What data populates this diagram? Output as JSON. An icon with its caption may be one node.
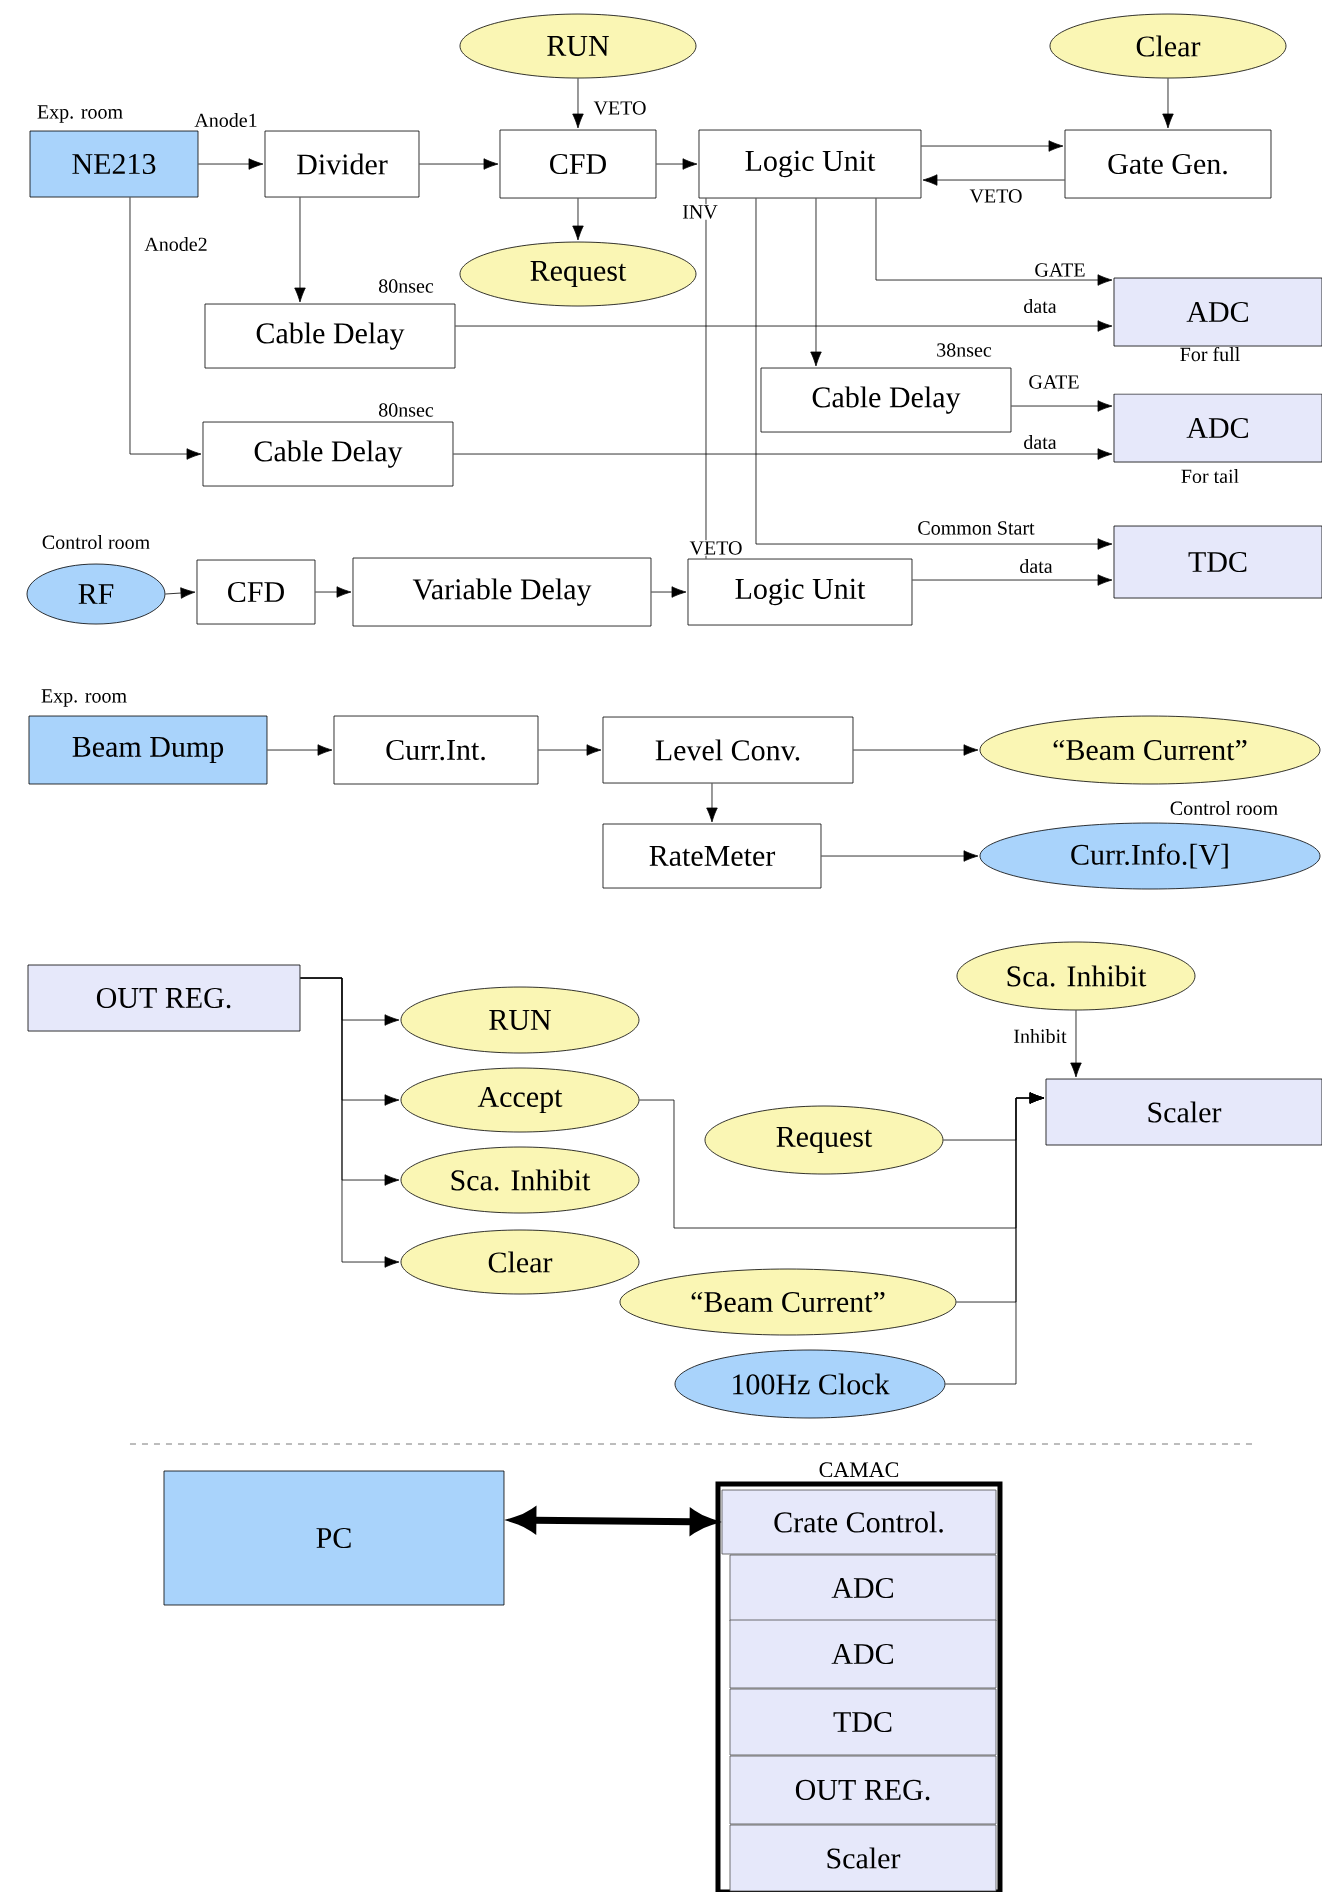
{
  "diagram": {
    "nodes": [
      {
        "text": [
          "NE213"
        ],
        "beside": [
          "Exp. room"
        ]
      },
      {
        "text": [
          "Divider"
        ]
      },
      {
        "text": [
          "RUN"
        ]
      },
      {
        "text": [
          "CFD"
        ]
      },
      {
        "text": [
          "Request"
        ]
      },
      {
        "text": [
          "Logic Unit"
        ]
      },
      {
        "text": [
          "Clear"
        ]
      },
      {
        "text": [
          "Gate Gen."
        ]
      },
      {
        "text": [
          "Cable Delay"
        ],
        "beside": [
          "80nsec"
        ]
      },
      {
        "text": [
          "ADC"
        ],
        "beside": [
          "For full"
        ]
      },
      {
        "text": [
          "Cable Delay"
        ],
        "beside": [
          "38nsec"
        ]
      },
      {
        "text": [
          "Cable Delay"
        ],
        "beside": [
          "80nsec"
        ]
      },
      {
        "text": [
          "ADC"
        ],
        "beside": [
          "For tail"
        ]
      },
      {
        "text": [
          "RF"
        ],
        "beside": [
          "Control room"
        ]
      },
      {
        "text": [
          "CFD"
        ]
      },
      {
        "text": [
          "Variable Delay"
        ]
      },
      {
        "text": [
          "Logic Unit"
        ]
      },
      {
        "text": [
          "TDC"
        ]
      },
      {
        "text": [
          "Beam Dump"
        ],
        "beside": [
          "Exp. room"
        ]
      },
      {
        "text": [
          "Curr.Int."
        ]
      },
      {
        "text": [
          "Level Conv."
        ]
      },
      {
        "text": [
          "“Beam Current”"
        ]
      },
      {
        "text": [
          "RateMeter"
        ]
      },
      {
        "text": [
          "Curr.Info.[V]"
        ],
        "beside": [
          "Control room"
        ]
      },
      {
        "text": [
          "OUT REG."
        ]
      },
      {
        "text": [
          "RUN"
        ]
      },
      {
        "text": [
          "Accept"
        ]
      },
      {
        "text": [
          "Sca. Inhibit"
        ]
      },
      {
        "text": [
          "Clear"
        ]
      },
      {
        "text": [
          "Sca. Inhibit"
        ]
      },
      {
        "text": [
          "Request"
        ]
      },
      {
        "text": [
          "“Beam Current”"
        ]
      },
      {
        "text": [
          "100Hz Clock"
        ]
      },
      {
        "text": [
          "Scaler"
        ]
      },
      {
        "text": [
          "PC"
        ]
      },
      {
        "text": [
          "CAMAC"
        ]
      },
      {
        "text": [
          "Crate Control."
        ],
        "in": 35
      },
      {
        "text": [
          "ADC"
        ],
        "in": 35
      },
      {
        "text": [
          "ADC"
        ],
        "in": 35
      },
      {
        "text": [
          "TDC"
        ],
        "in": 35
      },
      {
        "text": [
          "OUT REG."
        ],
        "in": 35
      },
      {
        "text": [
          "Scaler"
        ],
        "in": 35
      }
    ],
    "edges": [
      {
        "from": 0,
        "to": 1,
        "arrow": "to",
        "label": "Anode1"
      },
      {
        "from": 0,
        "to": 11,
        "arrow": "to",
        "label": "Anode2"
      },
      {
        "from": 1,
        "to": 3,
        "arrow": "to"
      },
      {
        "from": 1,
        "to": 8,
        "arrow": "to"
      },
      {
        "from": 2,
        "to": 3,
        "arrow": "to",
        "label": "VETO"
      },
      {
        "from": 3,
        "to": 4,
        "arrow": "to"
      },
      {
        "from": 3,
        "to": 5,
        "arrow": "to"
      },
      {
        "from": 5,
        "to": 7,
        "arrow": "to"
      },
      {
        "from": 7,
        "to": 5,
        "arrow": "to",
        "label": "VETO"
      },
      {
        "from": 6,
        "to": 7,
        "arrow": "to"
      },
      {
        "from": 5,
        "to": 9,
        "arrow": "to",
        "label": "GATE"
      },
      {
        "from": 8,
        "to": 9,
        "arrow": "to",
        "label": "data"
      },
      {
        "from": 5,
        "to": 10,
        "arrow": "to"
      },
      {
        "from": 10,
        "to": 12,
        "arrow": "to",
        "label": "GATE"
      },
      {
        "from": 11,
        "to": 12,
        "arrow": "to",
        "label": "data"
      },
      {
        "from": 5,
        "to": 17,
        "arrow": "to",
        "label": "Common Start"
      },
      {
        "from": 5,
        "to": 16,
        "arrow": "none",
        "label": "VETO"
      },
      {
        "from": 13,
        "to": 14,
        "arrow": "to"
      },
      {
        "from": 14,
        "to": 15,
        "arrow": "to"
      },
      {
        "from": 15,
        "to": 16,
        "arrow": "to"
      },
      {
        "from": 16,
        "to": 17,
        "arrow": "to",
        "label": "data"
      },
      {
        "from": 18,
        "to": 19,
        "arrow": "to"
      },
      {
        "from": 19,
        "to": 20,
        "arrow": "to"
      },
      {
        "from": 20,
        "to": 21,
        "arrow": "to"
      },
      {
        "from": 20,
        "to": 22,
        "arrow": "to"
      },
      {
        "from": 22,
        "to": 23,
        "arrow": "to"
      },
      {
        "from": 24,
        "to": 25,
        "arrow": "to"
      },
      {
        "from": 24,
        "to": 26,
        "arrow": "to"
      },
      {
        "from": 24,
        "to": 27,
        "arrow": "to"
      },
      {
        "from": 24,
        "to": 28,
        "arrow": "to"
      },
      {
        "from": 29,
        "to": 33,
        "arrow": "to",
        "label": "Inhibit"
      },
      {
        "from": 30,
        "to": 33,
        "arrow": "to"
      },
      {
        "from": 26,
        "to": 33,
        "arrow": "to"
      },
      {
        "from": 31,
        "to": 33,
        "arrow": "to"
      },
      {
        "from": 32,
        "to": 33,
        "arrow": "to"
      },
      {
        "from": 34,
        "to": 36,
        "arrow": "both",
        "style": "thick"
      }
    ],
    "labels": [
      "INV"
    ]
  }
}
